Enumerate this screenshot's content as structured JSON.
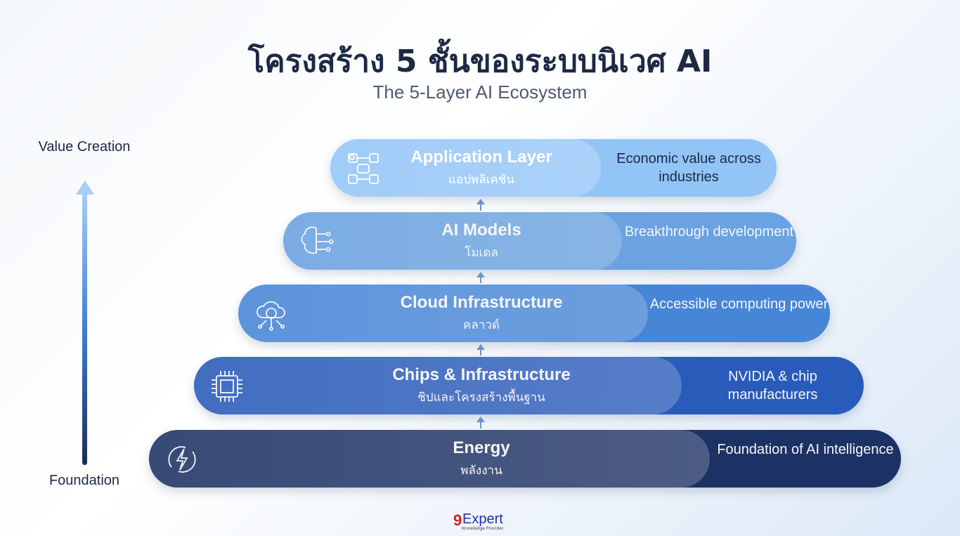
{
  "title": "โครงสร้าง 5 ชั้นของระบบนิเวศ AI",
  "subtitle": "The 5-Layer AI Ecosystem",
  "axis": {
    "top_label": "Value Creation",
    "bottom_label": "Foundation"
  },
  "layers": [
    {
      "name": "Application Layer",
      "thai": "แอปพลิเคชัน",
      "desc": "Economic value across industries",
      "icon": "apps-robot-icon",
      "color": "#8fc0f1",
      "dark_text": true
    },
    {
      "name": "AI Models",
      "thai": "โมเดล",
      "desc": "Breakthrough development",
      "icon": "brain-circuit-icon",
      "color": "#6ea9eb"
    },
    {
      "name": "Cloud Infrastructure",
      "thai": "คลาวด์",
      "desc": "Accessible computing power",
      "icon": "cloud-network-icon",
      "color": "#4a8ce0"
    },
    {
      "name": "Chips & Infrastructure",
      "thai": "ชิปและโครงสร้างพื้นฐาน",
      "desc": "NVIDIA & chip manufacturers",
      "icon": "chip-icon",
      "color": "#2b5fc2"
    },
    {
      "name": "Energy",
      "thai": "พลังงาน",
      "desc": "Foundation of AI intelligence",
      "icon": "lightning-icon",
      "color": "#1e3468"
    }
  ],
  "logo": {
    "nine": "9",
    "expert": "Expert",
    "tagline": "Knowledge Provider"
  }
}
